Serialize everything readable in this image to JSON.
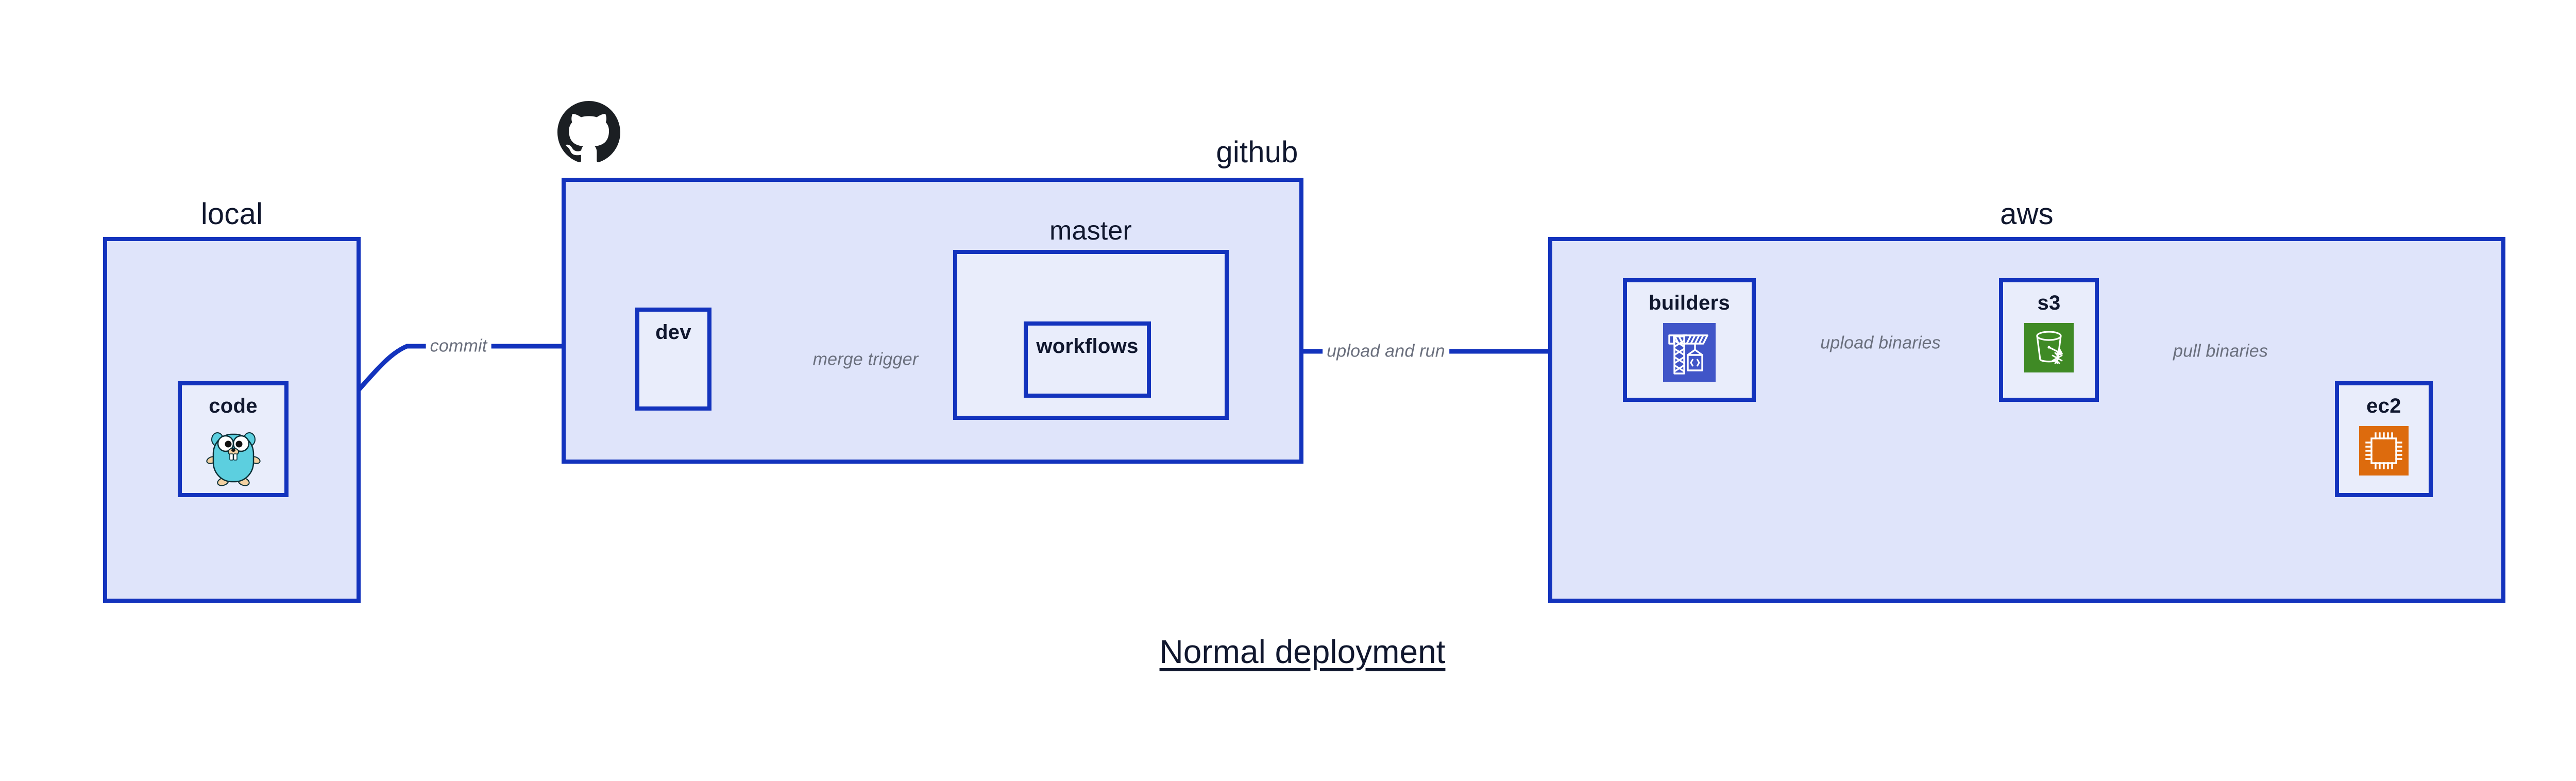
{
  "diagram": {
    "title": "Normal deployment",
    "accent_border": "#1333bd",
    "group_fill": "#dfe4fa",
    "node_fill": "#e9edfb",
    "edge_label_color": "#6a6f7d",
    "text_color": "#10172e"
  },
  "groups": [
    {
      "id": "local",
      "label": "local"
    },
    {
      "id": "github",
      "label": "github"
    },
    {
      "id": "aws",
      "label": "aws"
    }
  ],
  "subgroups": [
    {
      "id": "master",
      "label": "master",
      "parent": "github"
    }
  ],
  "nodes": [
    {
      "id": "code",
      "label": "code",
      "icon": "go-gopher-icon",
      "icon_color": "#5ccfdf",
      "parent": "local"
    },
    {
      "id": "dev",
      "label": "dev",
      "icon": "none",
      "icon_color": "",
      "parent": "github"
    },
    {
      "id": "workflows",
      "label": "workflows",
      "icon": "none",
      "icon_color": "",
      "parent": "master"
    },
    {
      "id": "builders",
      "label": "builders",
      "icon": "codebuild-crane-icon",
      "icon_color": "#4055c8",
      "parent": "aws"
    },
    {
      "id": "s3",
      "label": "s3",
      "icon": "s3-bucket-snowflake-icon",
      "icon_color": "#3f8a25",
      "parent": "aws"
    },
    {
      "id": "ec2",
      "label": "ec2",
      "icon": "ec2-cpu-chip-icon",
      "icon_color": "#dd6b0d",
      "parent": "aws"
    }
  ],
  "edges": [
    {
      "id": "code-dev",
      "from": "code",
      "to": "dev",
      "label": "commit"
    },
    {
      "id": "dev-workflows",
      "from": "dev",
      "to": "workflows",
      "label": "merge trigger"
    },
    {
      "id": "workflows-builders",
      "from": "workflows",
      "to": "builders",
      "label": "upload and run"
    },
    {
      "id": "builders-s3",
      "from": "builders",
      "to": "s3",
      "label": "upload binaries"
    },
    {
      "id": "s3-ec2",
      "from": "s3",
      "to": "ec2",
      "label": "pull binaries"
    }
  ],
  "logos": [
    {
      "id": "github-logo",
      "name": "github-octocat-logo",
      "color": "#1b1f23"
    }
  ]
}
